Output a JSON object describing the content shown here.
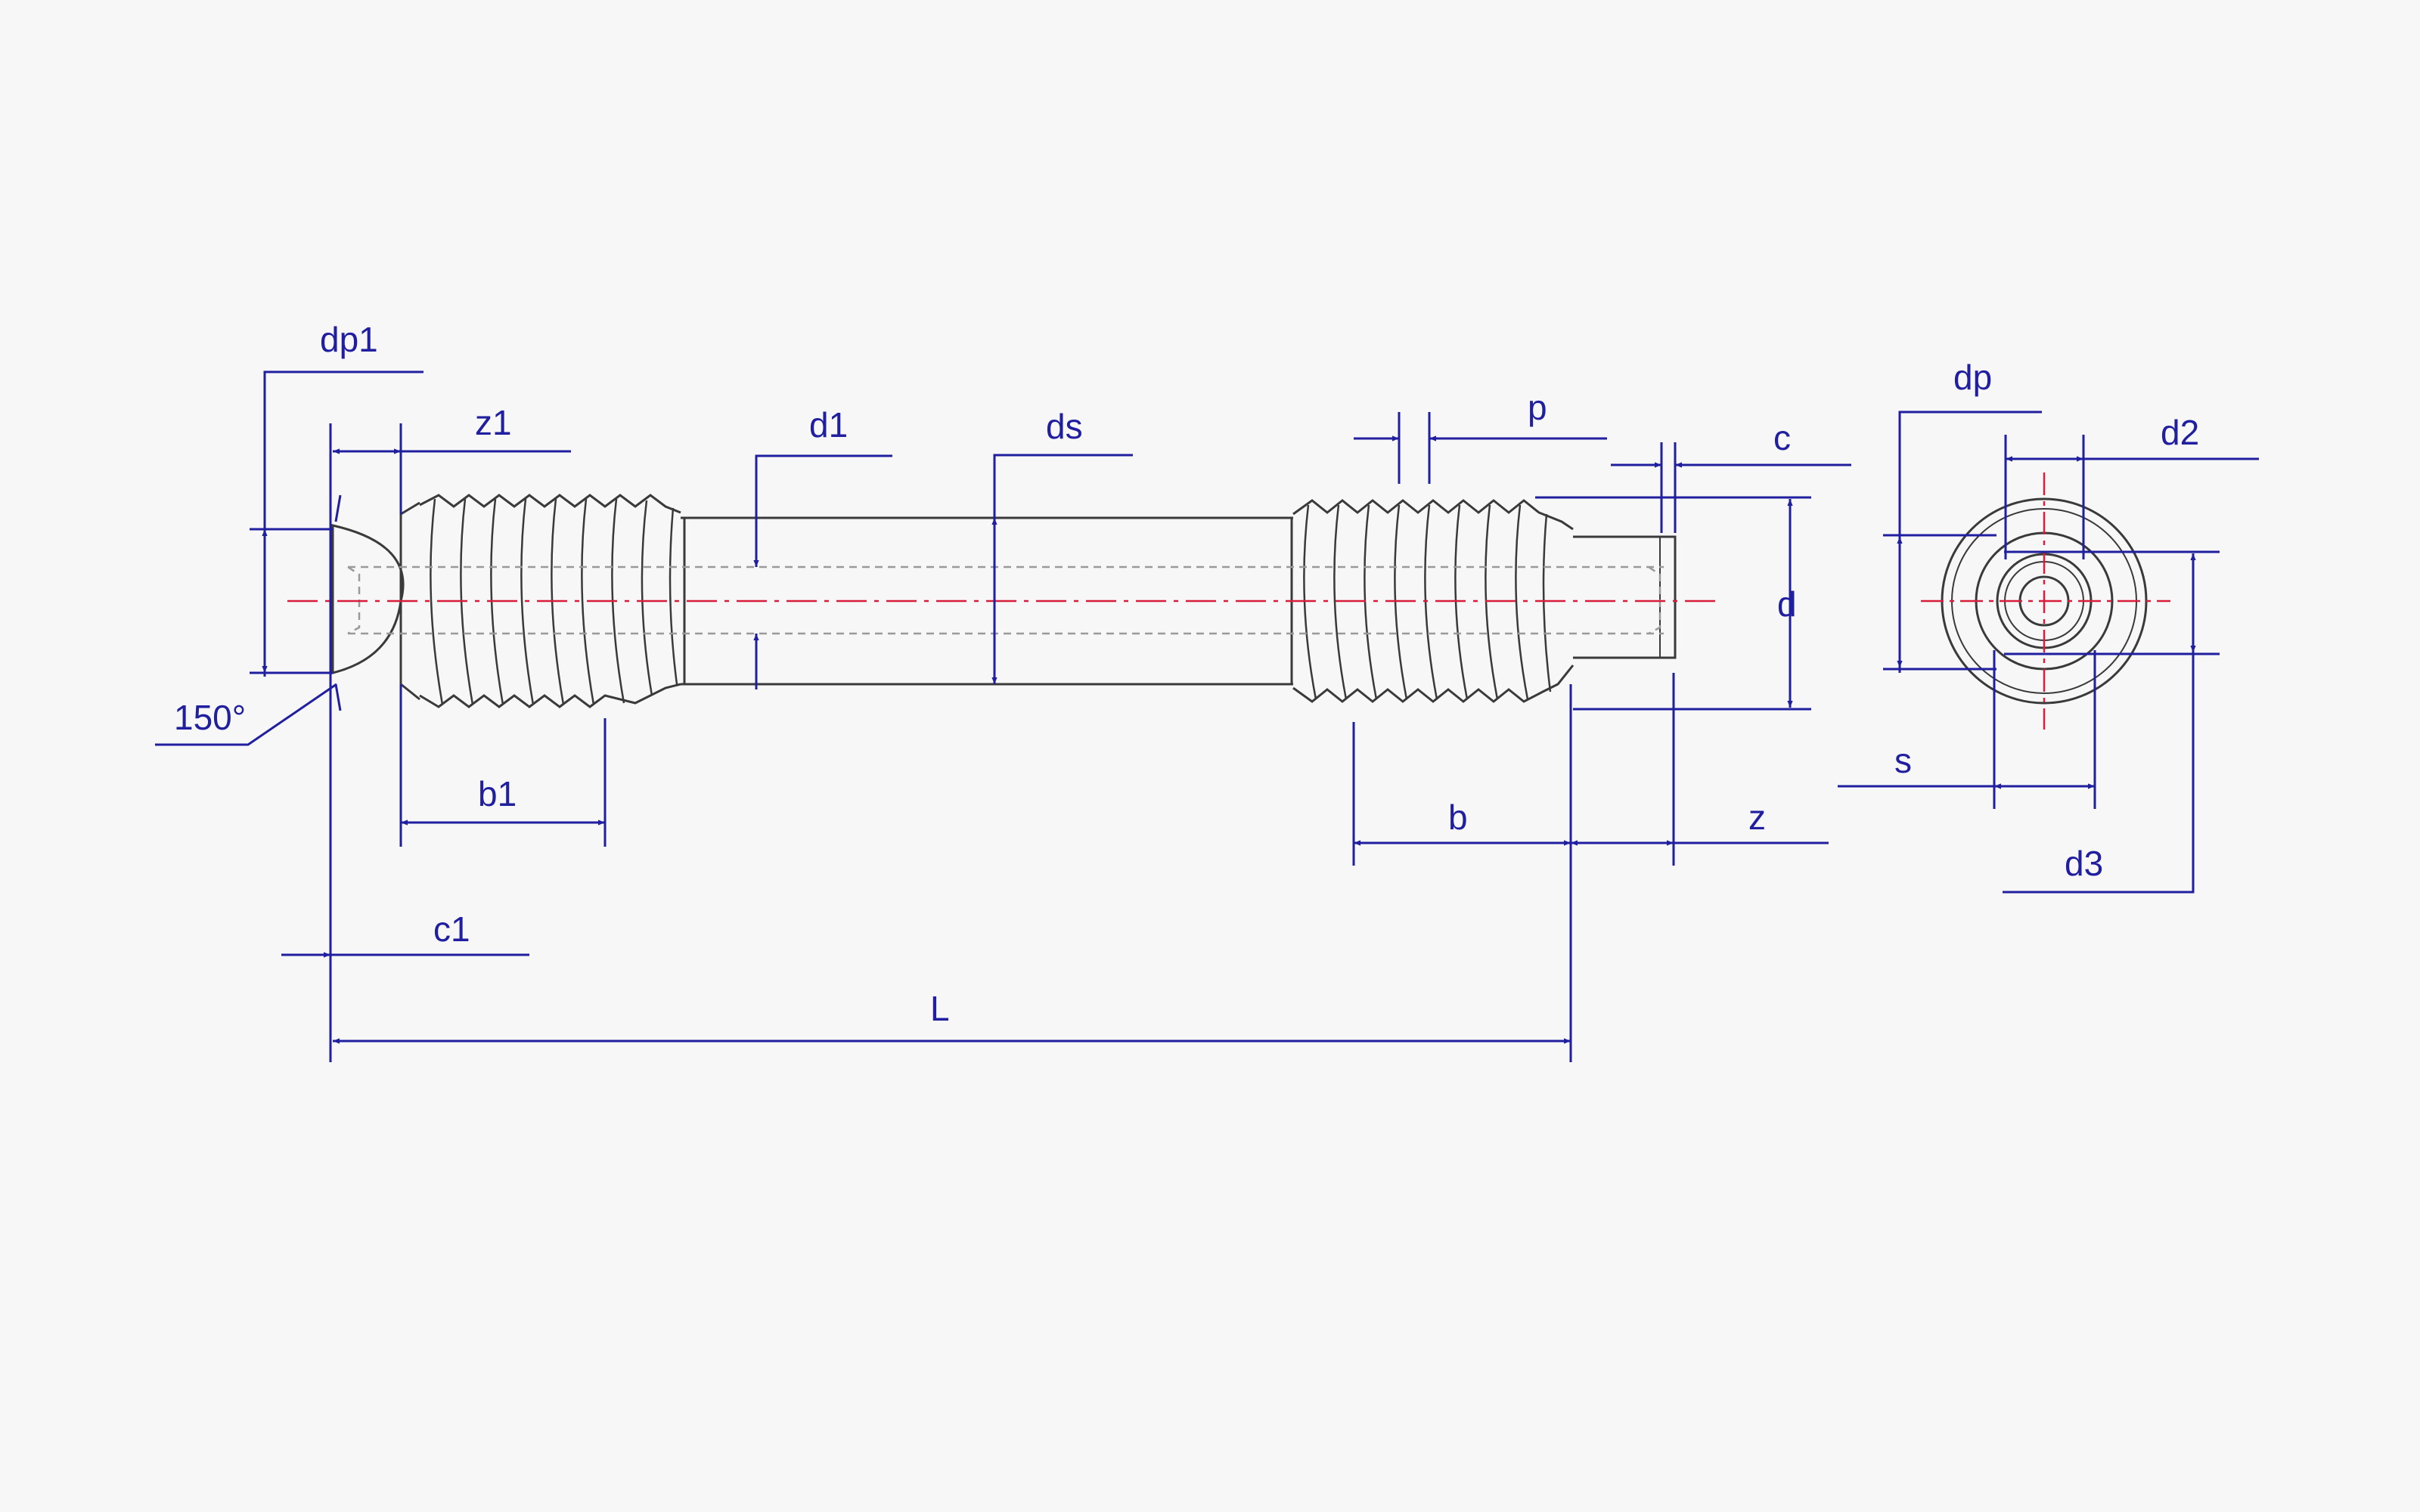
{
  "colors": {
    "background": "#f7f7f7",
    "part": "#3a3a3a",
    "hidden": "#9a9a9a",
    "dimension": "#1f1fa0",
    "centerline": "#d81e3a"
  },
  "labels": {
    "dp1": "dp1",
    "z1": "z1",
    "d1": "d1",
    "ds": "ds",
    "p": "p",
    "c": "c",
    "d": "d",
    "angle": "150°",
    "b1": "b1",
    "b": "b",
    "z": "z",
    "c1": "c1",
    "L": "L",
    "dp": "dp",
    "d2": "d2",
    "s": "s",
    "d3": "d3"
  }
}
